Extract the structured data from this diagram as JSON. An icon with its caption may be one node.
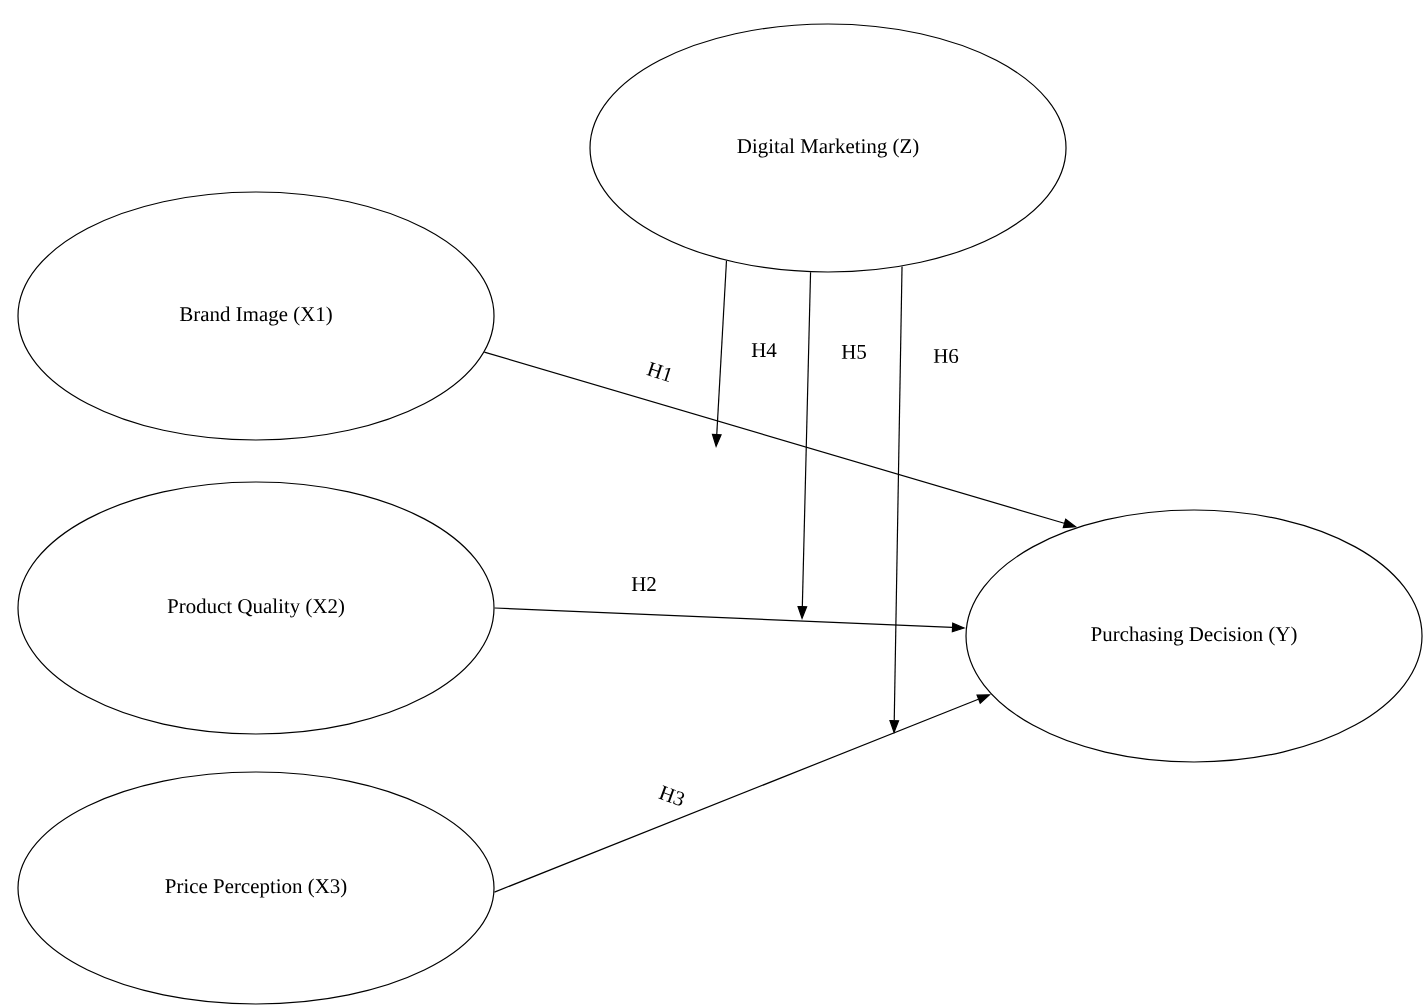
{
  "diagram": {
    "nodes": [
      {
        "text": [
          "Digital Marketing (Z)"
        ]
      },
      {
        "text": [
          "Brand Image (X1)"
        ]
      },
      {
        "text": [
          "Product Quality (X2)"
        ]
      },
      {
        "text": [
          "Price Perception (X3)"
        ]
      },
      {
        "text": [
          "Purchasing Decision (Y)"
        ]
      }
    ],
    "edges": [
      {
        "from": 1,
        "to": 4,
        "arrow": "to",
        "label": "H1"
      },
      {
        "from": 2,
        "to": 4,
        "arrow": "to",
        "label": "H2"
      },
      {
        "from": 3,
        "to": 4,
        "arrow": "to",
        "label": "H3"
      },
      {
        "from": 0,
        "to": null,
        "arrow": "to",
        "label": "H4"
      },
      {
        "from": 0,
        "to": null,
        "arrow": "to",
        "label": "H5"
      },
      {
        "from": 0,
        "to": null,
        "arrow": "to",
        "label": "H6"
      }
    ]
  }
}
